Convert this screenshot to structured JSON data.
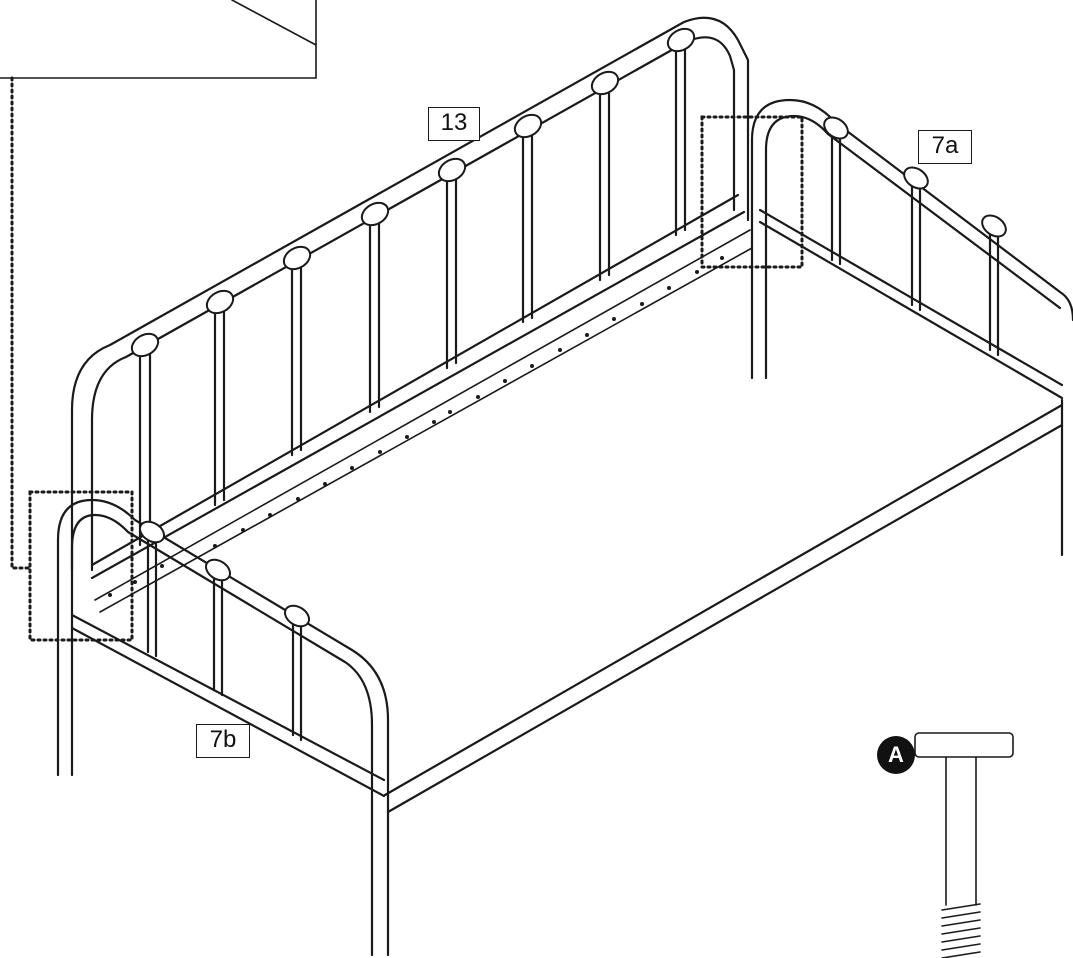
{
  "labels": {
    "back_rail": "13",
    "right_end": "7a",
    "left_end": "7b"
  },
  "hardware": {
    "bolt_badge": "A"
  }
}
